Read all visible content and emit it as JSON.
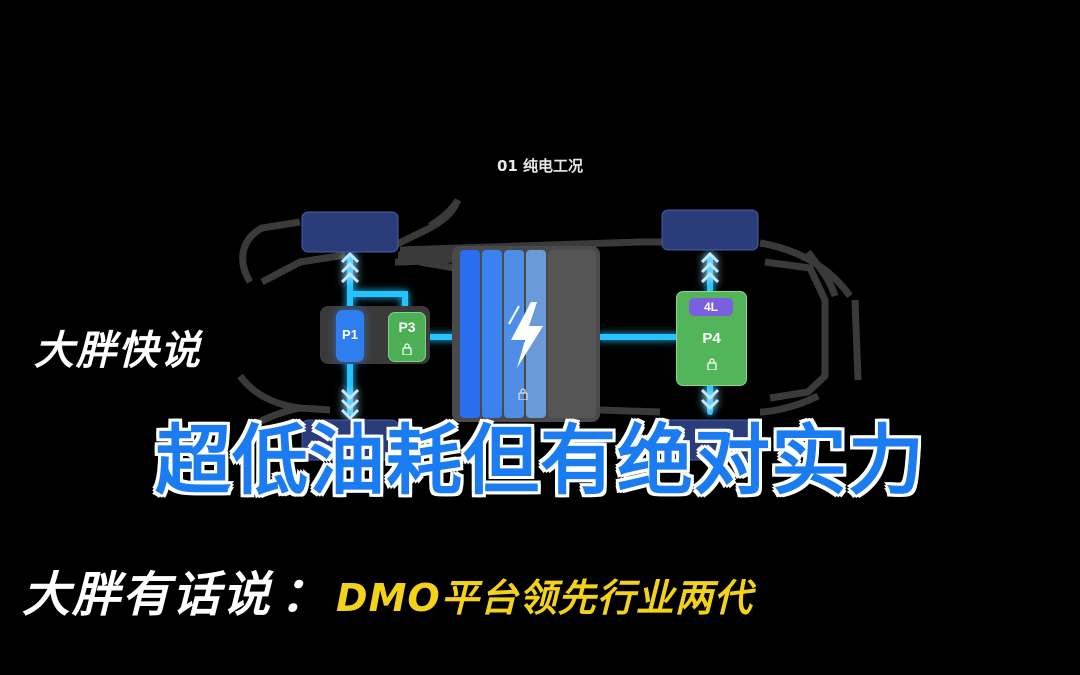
{
  "diagram": {
    "mode_label": "01 纯电工况",
    "modules": {
      "p1": "P1",
      "p3": "P3",
      "p4": "P4",
      "p4_tag": "4L"
    },
    "icons": [
      "lightning-bolt-icon",
      "lock-icon"
    ],
    "colors": {
      "flow_blue": "#27c4ff",
      "motor_green": "#52b55a",
      "p1_blue": "#2f7ef0",
      "tag_purple": "#7a5fe0",
      "wheel": "#2a3d7a"
    }
  },
  "overlay": {
    "brand": "大胖快说",
    "headline": "超低油耗但有绝对实力",
    "speaker": "大胖有话说",
    "separator": "：",
    "message": "DMO平台领先行业两代",
    "colors": {
      "headline": "#1a7cf0",
      "message": "#f4d21a"
    }
  }
}
